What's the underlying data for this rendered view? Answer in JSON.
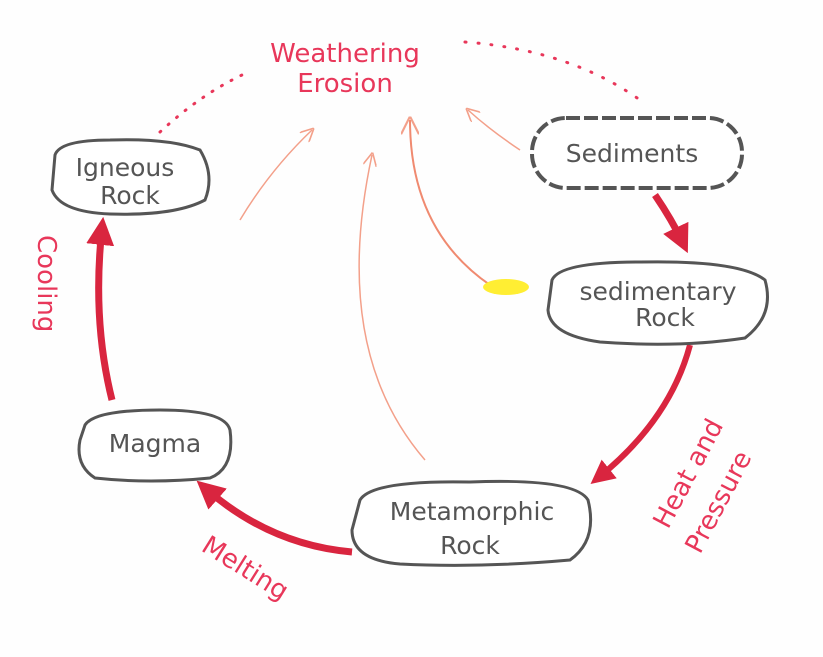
{
  "title": "Rock Cycle",
  "colors": {
    "accent": "#e8375a",
    "arrow": "#d9253f",
    "thin_arrow": "#f3a08a",
    "node_stroke": "#555555",
    "highlight": "#ffee33"
  },
  "labels": {
    "weathering": "Weathering",
    "erosion": "Erosion",
    "cooling": "Cooling",
    "melting": "Melting",
    "heat_and": "Heat and",
    "pressure": "Pressure"
  },
  "nodes": {
    "igneous": [
      "Igneous",
      "Rock"
    ],
    "sediments": "Sediments",
    "sedimentary": [
      "sedimentary",
      "Rock"
    ],
    "metamorphic": [
      "Metamorphic",
      "Rock"
    ],
    "magma": "Magma"
  }
}
